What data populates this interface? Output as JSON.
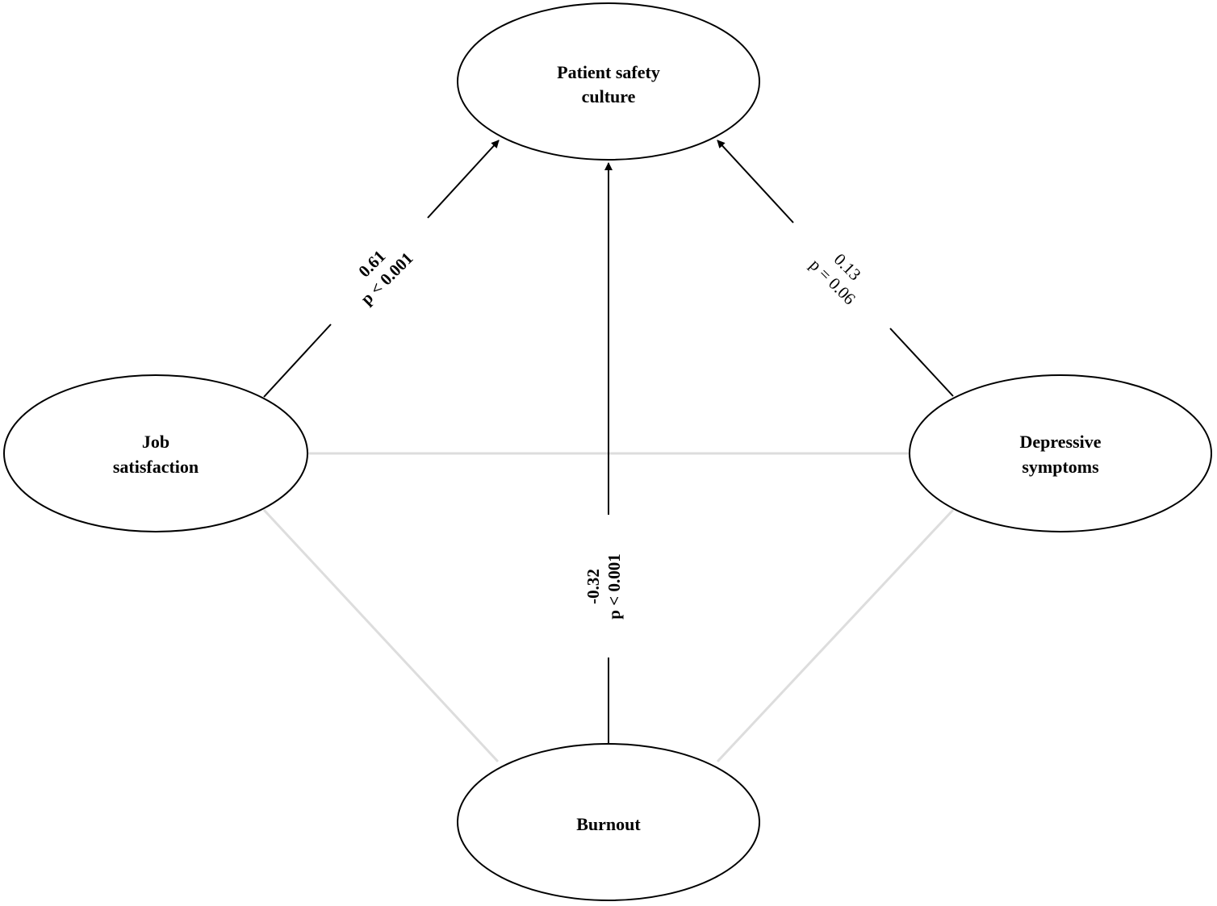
{
  "nodes": {
    "patient_safety": {
      "line1": "Patient safety",
      "line2": "culture"
    },
    "job_satisfaction": {
      "line1": "Job",
      "line2": "satisfaction"
    },
    "depressive": {
      "line1": "Depressive",
      "line2": "symptoms"
    },
    "burnout": {
      "line1": "Burnout"
    }
  },
  "paths": {
    "job_to_psc": {
      "coef": "0.61",
      "p": "p < 0.001"
    },
    "dep_to_psc": {
      "coef": "0.13",
      "p": "p = 0.06"
    },
    "burnout_to_psc": {
      "coef": "-0.32",
      "p": "p < 0.001"
    }
  },
  "colors": {
    "arrow": "#000000",
    "correlation": "#dddddd",
    "node_stroke": "#000000"
  }
}
